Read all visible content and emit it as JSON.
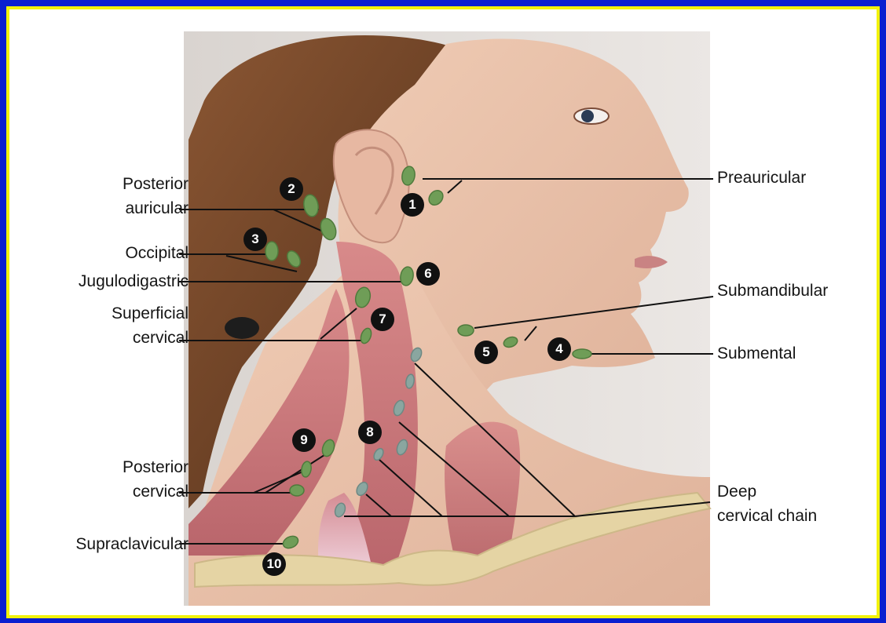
{
  "colors": {
    "outer_background": "#0a1fd0",
    "frame_border": "#f2f20a",
    "lymph_node_superficial": "#6f9d57",
    "lymph_node_deep": "#8aa6a0",
    "muscle": "#c9767a",
    "skin": "#e9c3ad",
    "hair": "#6b3f24"
  },
  "labels_left": {
    "posterior_auricular_line1": "Posterior",
    "posterior_auricular_line2": "auricular",
    "occipital": "Occipital",
    "jugulodigastric": "Jugulodigastric",
    "superficial_cervical_line1": "Superficial",
    "superficial_cervical_line2": "cervical",
    "posterior_cervical_line1": "Posterior",
    "posterior_cervical_line2": "cervical",
    "supraclavicular": "Supraclavicular"
  },
  "labels_right": {
    "preauricular": "Preauricular",
    "submandibular": "Submandibular",
    "submental": "Submental",
    "deep_cervical_line1": "Deep",
    "deep_cervical_line2": "cervical chain"
  },
  "badges": [
    "1",
    "2",
    "3",
    "4",
    "5",
    "6",
    "7",
    "8",
    "9",
    "10"
  ]
}
